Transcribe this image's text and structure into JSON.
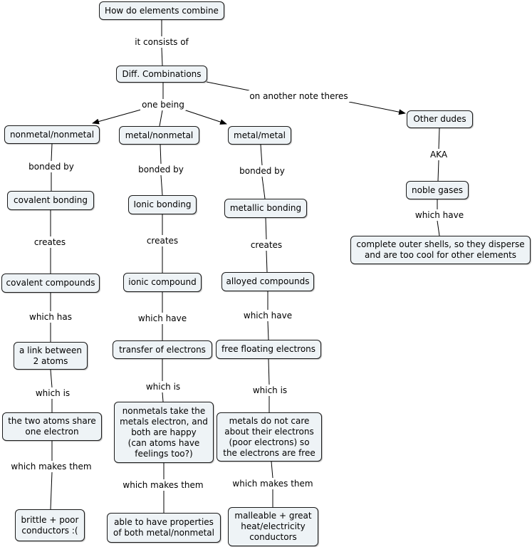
{
  "concept_map": {
    "nodes": {
      "root": "How do elements combine",
      "diff": "Diff. Combinations",
      "nn": "nonmetal/nonmetal",
      "mn": "metal/nonmetal",
      "mm": "metal/metal",
      "od": "Other dudes",
      "cb": "covalent bonding",
      "ib": "Ionic bonding",
      "mb": "metallic bonding",
      "ng": "noble gases",
      "cc": "covalent compounds",
      "ic": "ionic compound",
      "ac": "alloyed compounds",
      "cos": "complete outer shells, so they disperse\nand are too cool for other elements",
      "lk": "a link between\n2 atoms",
      "te": "transfer of electrons",
      "ff": "free floating electrons",
      "sh": "the two atoms share\none electron",
      "nt": "nonmetals take the\nmetals electron, and\nboth are happy\n(can atoms have\nfeelings too?)",
      "md": "metals do not care\nabout their electrons\n(poor electrons) so\nthe electrons are free",
      "br": "brittle + poor\nconductors :(",
      "ab": "able to have properties\nof both metal/nonmetal",
      "ma": "malleable + great\nheat/electricity\nconductors"
    },
    "links": {
      "consists": "it consists of",
      "one_being": "one being",
      "another": "on another note theres",
      "aka": "AKA",
      "bonded1": "bonded by",
      "bonded2": "bonded by",
      "bonded3": "bonded by",
      "which_have_ng": "which have",
      "creates1": "creates",
      "creates2": "creates",
      "creates3": "creates",
      "which_has": "which has",
      "which_have1": "which have",
      "which_have2": "which have",
      "which_is1": "which is",
      "which_is2": "which is",
      "which_is3": "which is",
      "makes1": "which makes them",
      "makes2": "which makes them",
      "makes3": "which makes them"
    }
  }
}
